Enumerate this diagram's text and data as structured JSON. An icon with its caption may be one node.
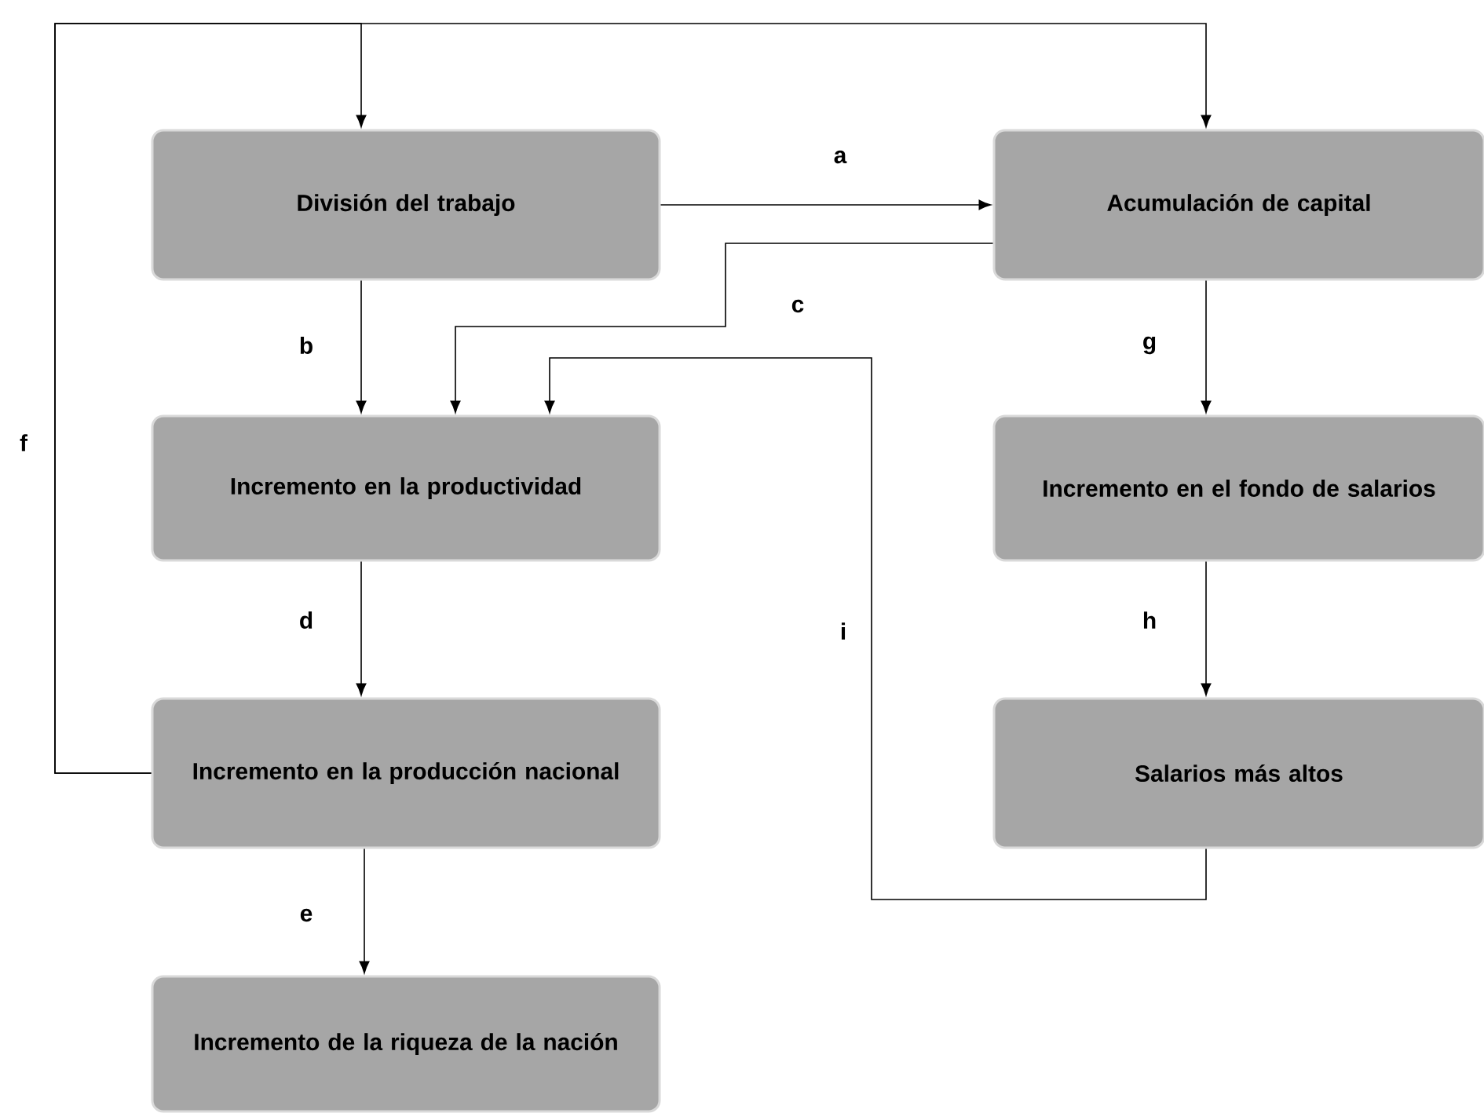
{
  "diagram": {
    "nodes": [
      {
        "text": [
          "División del trabajo"
        ]
      },
      {
        "text": [
          "Acumulación de capital"
        ]
      },
      {
        "text": [
          "Incremento en la productividad"
        ]
      },
      {
        "text": [
          "Incremento en el fondo de salarios"
        ]
      },
      {
        "text": [
          "Incremento en la producción nacional"
        ]
      },
      {
        "text": [
          "Salarios más altos"
        ]
      },
      {
        "text": [
          "Incremento de la riqueza de la nación"
        ]
      }
    ],
    "edges": [
      {
        "from": 0,
        "to": 1,
        "arrow": "to",
        "label": "a"
      },
      {
        "from": 0,
        "to": 2,
        "arrow": "to",
        "label": "b"
      },
      {
        "from": 1,
        "to": 2,
        "arrow": "to",
        "label": "c"
      },
      {
        "from": 2,
        "to": 4,
        "arrow": "to",
        "label": "d"
      },
      {
        "from": 4,
        "to": 6,
        "arrow": "to",
        "label": "e"
      },
      {
        "from": 4,
        "to": 0,
        "arrow": "to",
        "label": "f"
      },
      {
        "from": 4,
        "to": 1,
        "arrow": "to"
      },
      {
        "from": 1,
        "to": 3,
        "arrow": "to",
        "label": "g"
      },
      {
        "from": 3,
        "to": 5,
        "arrow": "to",
        "label": "h"
      },
      {
        "from": 5,
        "to": 2,
        "arrow": "to",
        "label": "i"
      }
    ]
  }
}
